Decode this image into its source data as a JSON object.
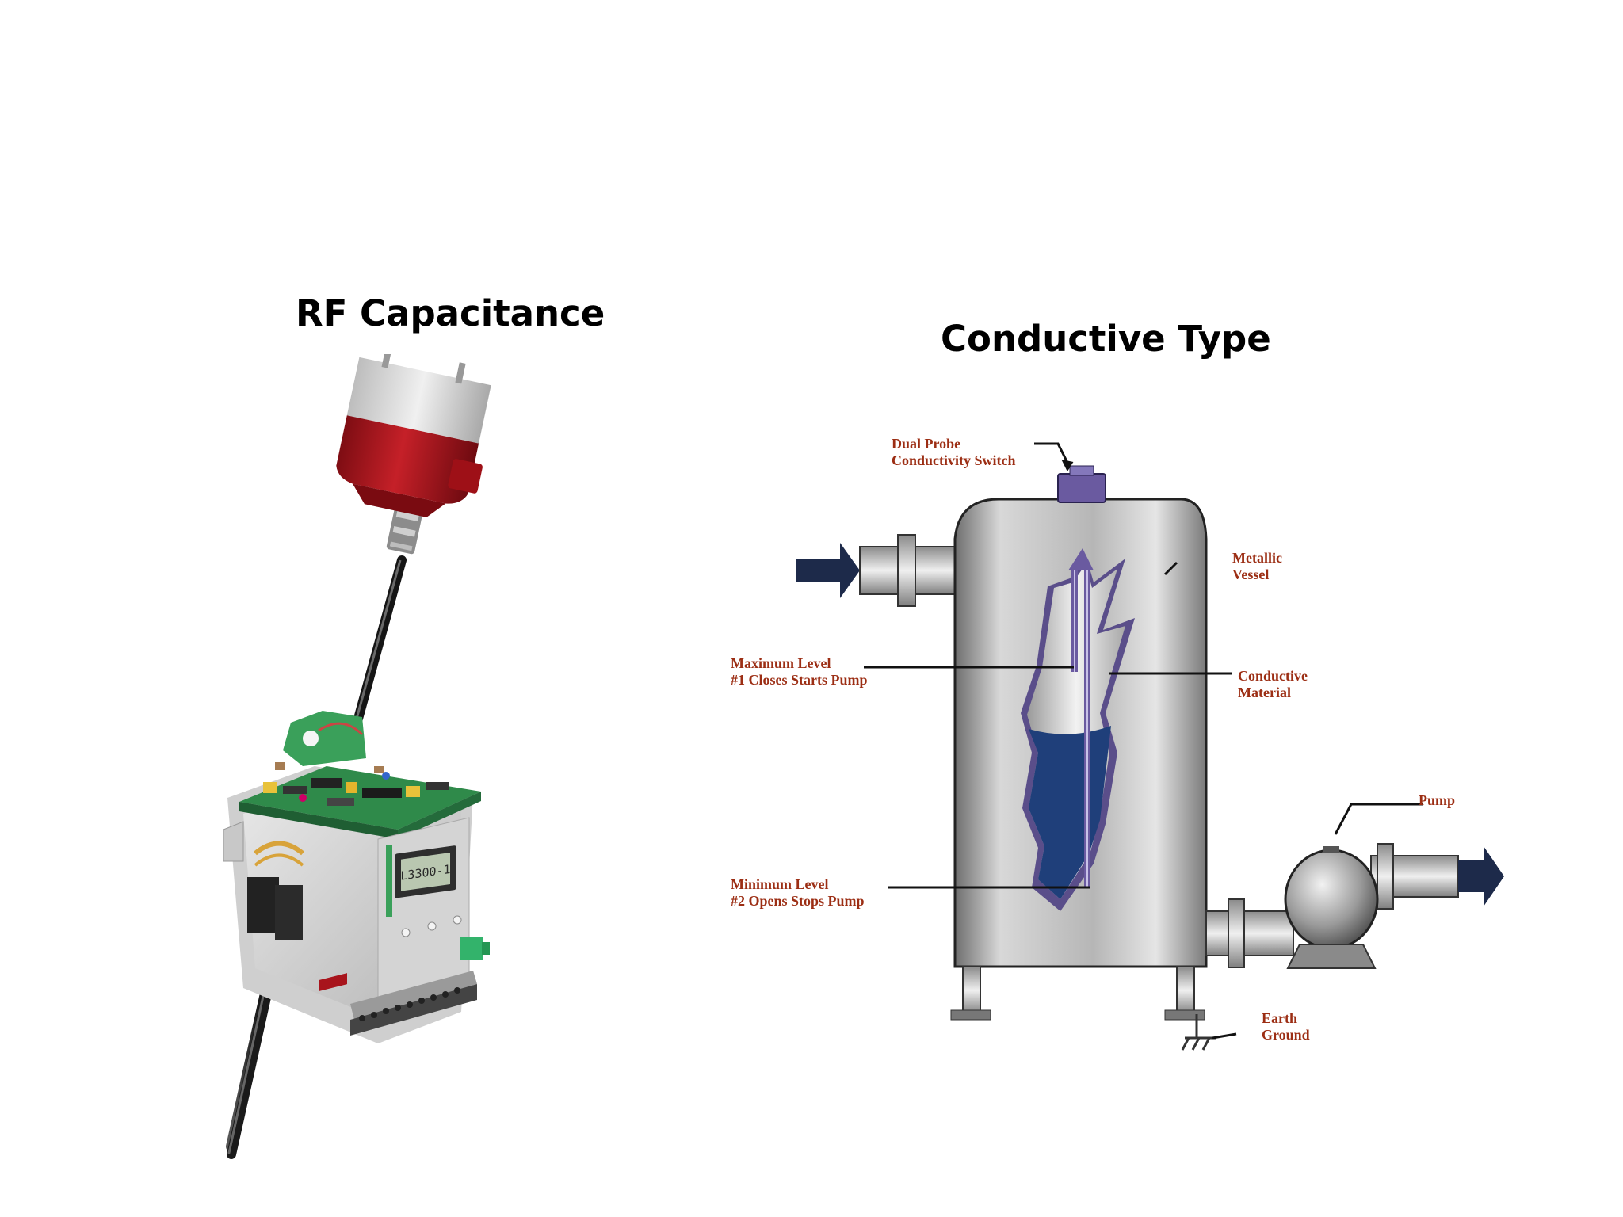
{
  "slide": {
    "left_title": "RF Capacitance",
    "right_title": "Conductive Type"
  },
  "rf_capacitance": {
    "lcd_display": "L3300-1",
    "colors": {
      "housing_red": "#a8141c",
      "housing_grey": "#d9d9d9",
      "circuit_board": "#2f8a4a",
      "terminal_green": "#33b36b"
    }
  },
  "conductive_diagram": {
    "labels": {
      "switch": [
        "Dual Probe",
        "Conductivity Switch"
      ],
      "vessel": [
        "Metallic",
        "Vessel"
      ],
      "material": [
        "Conductive",
        "Material"
      ],
      "max_level": [
        "Maximum Level",
        "#1 Closes Starts Pump"
      ],
      "min_level": [
        "Minimum Level",
        "#2 Opens Stops Pump"
      ],
      "pump": "Pump",
      "ground": [
        "Earth",
        "Ground"
      ]
    },
    "colors": {
      "label_red": "#9c2e14",
      "liquid_blue": "#1f3f7a",
      "vessel_grey": "#b8b8b8",
      "probe_purple": "#6a5aa0"
    }
  }
}
